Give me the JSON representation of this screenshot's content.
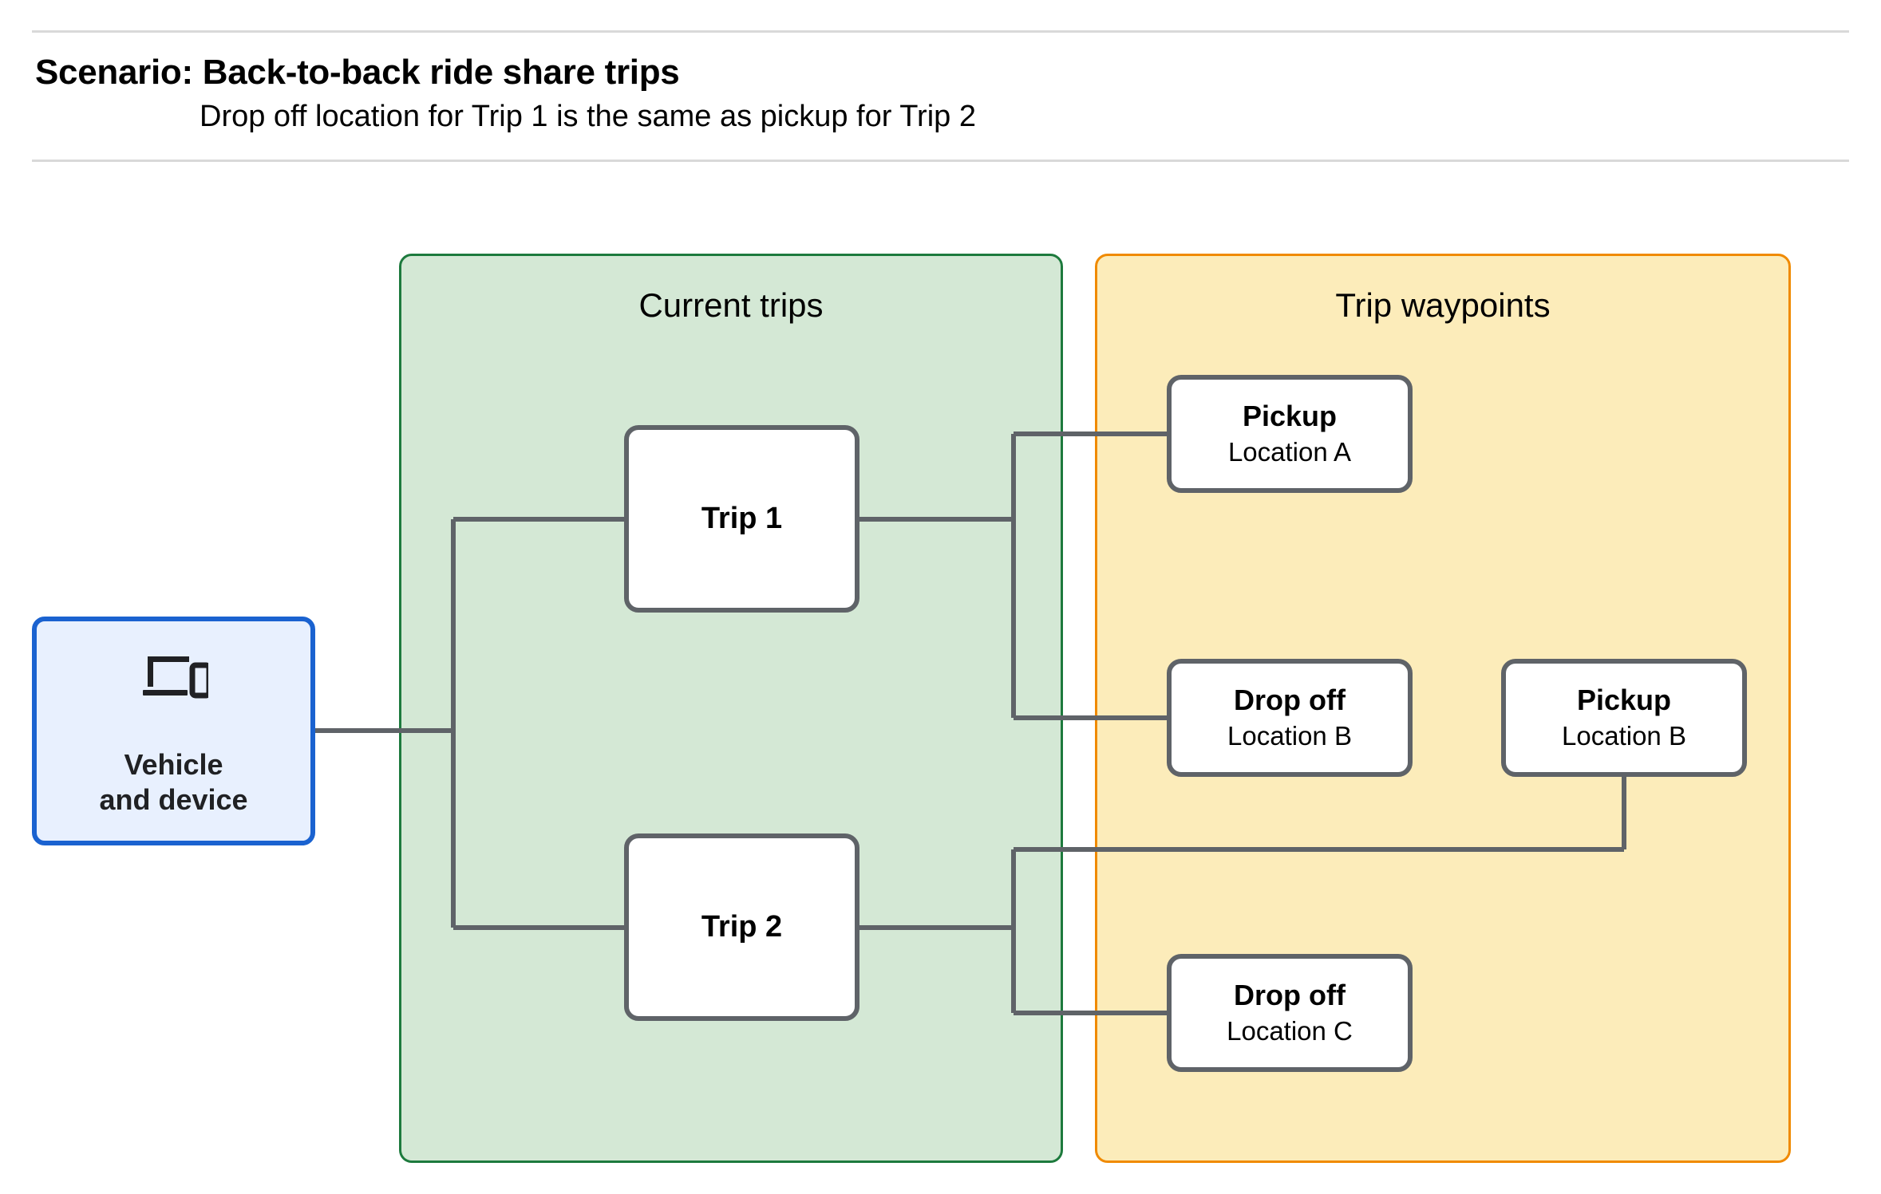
{
  "header": {
    "title": "Scenario: Back-to-back ride share trips",
    "subtitle": "Drop off  location for Trip 1 is the same as pickup for Trip 2"
  },
  "colors": {
    "current_trips_fill": "#d4e8d5",
    "current_trips_border": "#1d7a3d",
    "trip_waypoints_fill": "#fcecba",
    "trip_waypoints_border": "#f08a00",
    "vehicle_fill": "#e8f0fe",
    "vehicle_border": "#1a62d0",
    "node_border": "#5f6368",
    "connector": "#5f6368",
    "rule": "#d9d9d9"
  },
  "vehicle": {
    "icon": "laptop-and-phone-icon",
    "label": "Vehicle\nand device"
  },
  "groups": {
    "current_trips": {
      "title": "Current trips",
      "trips": [
        {
          "label": "Trip 1"
        },
        {
          "label": "Trip 2"
        }
      ]
    },
    "trip_waypoints": {
      "title": "Trip waypoints",
      "waypoints": [
        {
          "type": "Pickup",
          "location": "Location A"
        },
        {
          "type": "Drop off",
          "location": "Location B"
        },
        {
          "type": "Pickup",
          "location": "Location B"
        },
        {
          "type": "Drop off",
          "location": "Location C"
        }
      ]
    }
  }
}
